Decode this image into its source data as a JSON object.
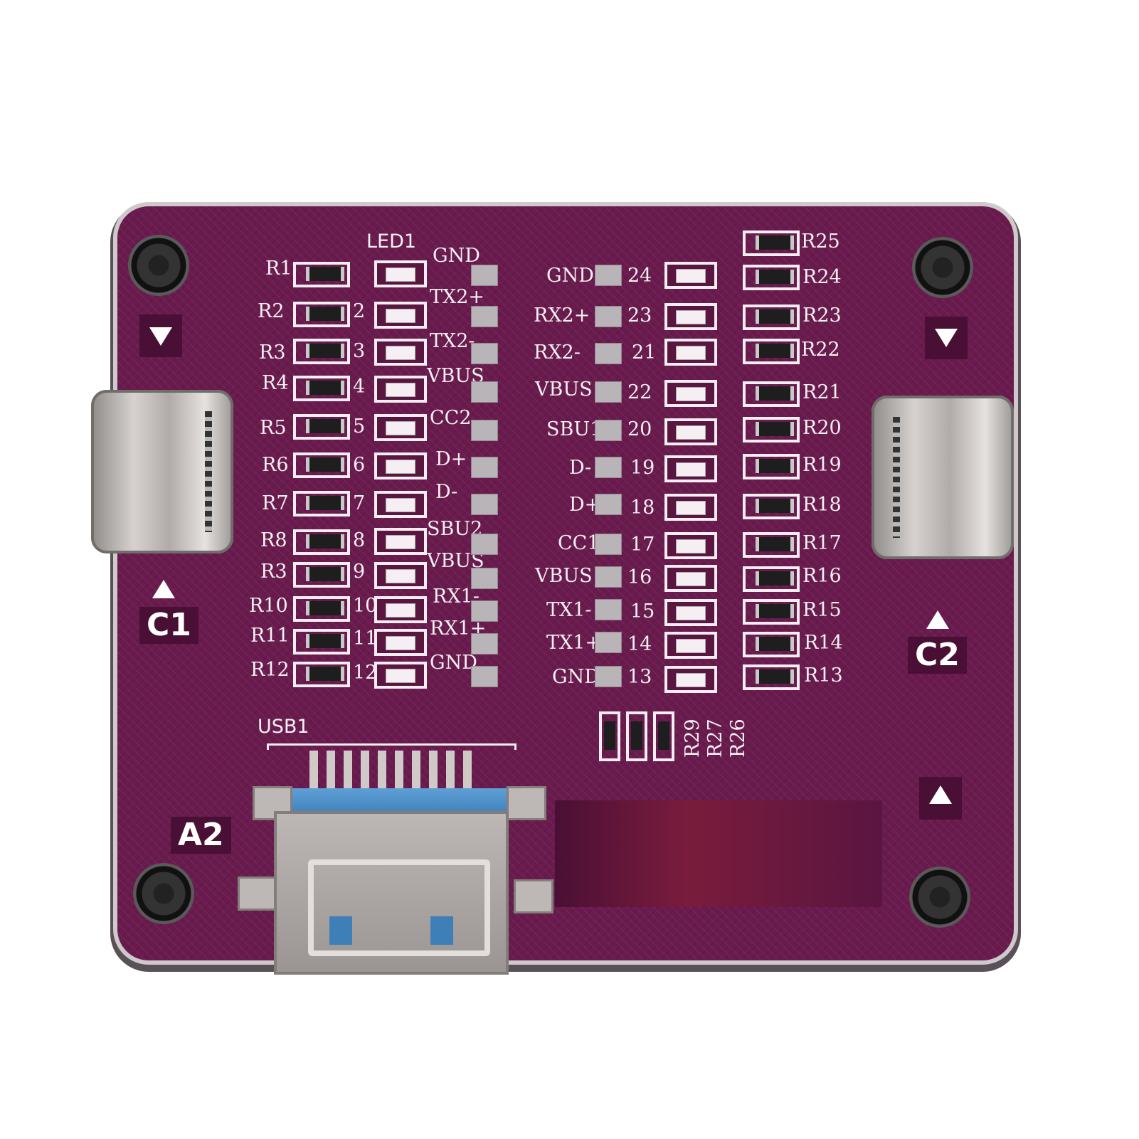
{
  "board": {
    "colors": {
      "pcb": "#6a1b4e",
      "silkscreen": "#f4f0f3",
      "connector_metal": "#bdb8b5",
      "usb_blue": "#3f7fb8"
    },
    "top_labels": {
      "led": "LED1",
      "usb": "USB1"
    },
    "port_labels": {
      "c1": "C1",
      "c2": "C2",
      "a2": "A2"
    },
    "left_column": {
      "resistors": [
        "R1",
        "R2",
        "R3",
        "R4",
        "R5",
        "R6",
        "R7",
        "R8",
        "R3",
        "R10",
        "R11",
        "R12"
      ],
      "numbers": [
        "2",
        "3",
        "4",
        "5",
        "6",
        "7",
        "8",
        "9",
        "10",
        "11",
        "12"
      ],
      "signals": [
        "GND",
        "TX2+",
        "TX2-",
        "VBUS",
        "CC2",
        "D+",
        "D-",
        "SBU2",
        "VBUS",
        "RX1-",
        "RX1+",
        "GND"
      ]
    },
    "right_column": {
      "signals": [
        "GND",
        "RX2+",
        "RX2-",
        "VBUS",
        "SBU1",
        "D-",
        "D+",
        "CC1",
        "VBUS",
        "TX1-",
        "TX1+",
        "GND"
      ],
      "numbers": [
        "24",
        "23",
        "21",
        "22",
        "20",
        "19",
        "18",
        "17",
        "16",
        "15",
        "14",
        "13"
      ],
      "resistors": [
        "R25",
        "R24",
        "R23",
        "R22",
        "R21",
        "R20",
        "R19",
        "R18",
        "R17",
        "R16",
        "R15",
        "R14",
        "R13"
      ]
    },
    "bottom_resistors": [
      "R29",
      "R27",
      "R26"
    ]
  }
}
